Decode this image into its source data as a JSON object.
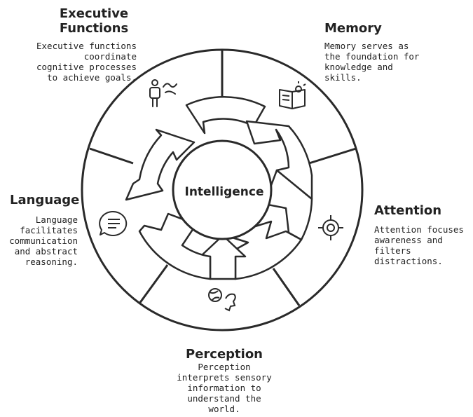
{
  "center": {
    "label": "Intelligence"
  },
  "segments": [
    {
      "id": "executive",
      "title_lines": [
        "Executive",
        "Functions"
      ],
      "desc_lines": [
        "Executive functions",
        "coordinate",
        "cognitive processes",
        "to achieve goals."
      ],
      "icon": "person-walking-icon"
    },
    {
      "id": "memory",
      "title_lines": [
        "Memory"
      ],
      "desc_lines": [
        "Memory serves as",
        "the foundation for",
        "knowledge and",
        "skills."
      ],
      "icon": "book-lightbulb-icon"
    },
    {
      "id": "attention",
      "title_lines": [
        "Attention"
      ],
      "desc_lines": [
        "Attention focuses",
        "awareness and",
        "filters distractions."
      ],
      "icon": "target-icon"
    },
    {
      "id": "perception",
      "title_lines": [
        "Perception"
      ],
      "desc_lines": [
        "Perception",
        "interprets sensory",
        "information to",
        "understand the",
        "world."
      ],
      "icon": "globe-head-icon"
    },
    {
      "id": "language",
      "title_lines": [
        "Language"
      ],
      "desc_lines": [
        "Language",
        "facilitates",
        "communication",
        "and abstract",
        "reasoning."
      ],
      "icon": "speech-bubble-icon"
    }
  ],
  "colors": {
    "stroke": "#2a2a2a",
    "background": "#ffffff"
  }
}
